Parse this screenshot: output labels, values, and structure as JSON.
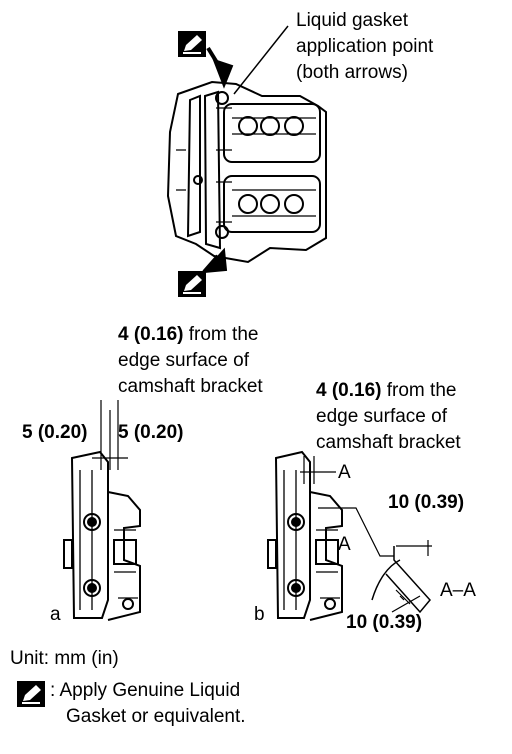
{
  "top_callout": {
    "line1": "Liquid gasket",
    "line2": "application point",
    "line3": "(both arrows)"
  },
  "dim_left": {
    "value": "4 (0.16)",
    "suffix": " from the",
    "line2": "edge surface of",
    "line3": "camshaft bracket",
    "a_left": "5 (0.20)",
    "a_right": "5 (0.20)",
    "label": "a"
  },
  "dim_right": {
    "value": "4 (0.16)",
    "suffix": " from the",
    "line2": "edge surface of",
    "line3": "camshaft bracket",
    "section_mark_1": "A",
    "section_mark_2": "A",
    "dim_top": "10 (0.39)",
    "dim_bottom": "10 (0.39)",
    "section_label": "A–A",
    "label": "b"
  },
  "footer": {
    "unit": "Unit: mm (in)",
    "note_line1": ": Apply Genuine Liquid",
    "note_line2": "Gasket or equivalent."
  },
  "icons": {
    "gasket": "pen-in-box-icon"
  }
}
